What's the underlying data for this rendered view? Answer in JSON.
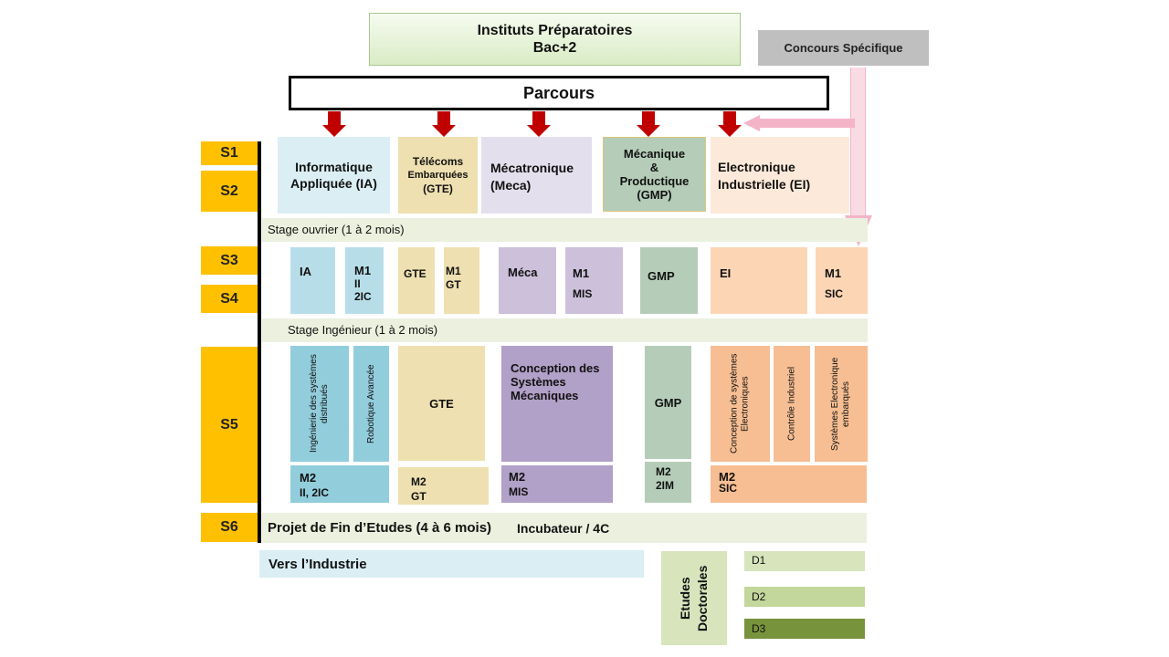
{
  "top": {
    "institutes_line1": "Instituts Préparatoires",
    "institutes_line2": "Bac+2",
    "concours": "Concours Spécifique",
    "parcours": "Parcours"
  },
  "semesters": [
    "S1",
    "S2",
    "S3",
    "S4",
    "S5",
    "S6"
  ],
  "tracks": {
    "ia": "Informatique Appliquée (IA)",
    "gte_line1": "Télécoms",
    "gte_line2": "Embarquées",
    "gte_line3": "(GTE)",
    "meca": "Mécatronique (Meca)",
    "gmp_line1": "Mécanique",
    "gmp_line2": "&",
    "gmp_line3": "Productique",
    "gmp_line4": "(GMP)",
    "ei_line1": "Electronique",
    "ei_line2": "Industrielle (EI)"
  },
  "stage_ouvrier": "Stage ouvrier (1 à 2 mois)",
  "s34": {
    "ia": "IA",
    "m1_ii_2ic_1": "M1",
    "m1_ii_2ic_2": "II",
    "m1_ii_2ic_3": "2IC",
    "gte": "GTE",
    "m1_gt_1": "M1",
    "m1_gt_2": "GT",
    "meca": "Méca",
    "m1_mis_1": "M1",
    "m1_mis_2": "MIS",
    "gmp": "GMP",
    "ei": "EI",
    "m1_sic_1": "M1",
    "m1_sic_2": "SIC"
  },
  "stage_ingenieur": "Stage Ingénieur (1 à 2 mois)",
  "s5": {
    "isd": "Ingénierie des systèmes distribués",
    "robotique": "Robotique Avancée",
    "gte": "GTE",
    "csm": "Conception des Systèmes Mécaniques",
    "gmp": "GMP",
    "cse": "Conception de systèmes Electroniques",
    "ci": "Contrôle Industriel",
    "see": "Systèmes Electronique embarqués",
    "m2_ii_1": "M2",
    "m2_ii_2": "II, 2IC",
    "m2_gt_1": "M2",
    "m2_gt_2": "GT",
    "m2_mis_1": "M2",
    "m2_mis_2": "MIS",
    "m2_2im_1": "M2",
    "m2_2im_2": "2IM",
    "m2_sic_1": "M2",
    "m2_sic_2": "SIC"
  },
  "s6": {
    "pfe": "Projet de Fin d’Etudes (4 à 6 mois)",
    "incubateur": "Incubateur / 4C"
  },
  "bottom": {
    "industrie": "Vers l’Industrie",
    "etudes": "Etudes Doctorales",
    "d1": "D1",
    "d2": "D2",
    "d3": "D3"
  },
  "colors": {
    "semester": "#ffc000",
    "ia": "#daeef3",
    "ia_dark": "#92cddc",
    "gte": "#eee0b0",
    "meca": "#e4dfec",
    "meca_dark": "#b1a0c7",
    "gmp": "#b5cdb8",
    "ei": "#fde9d9",
    "ei_dark": "#f7be93",
    "stage": "#ebf1de",
    "arrow_red": "#c00000",
    "arrow_pink": "#f4b4c8"
  }
}
